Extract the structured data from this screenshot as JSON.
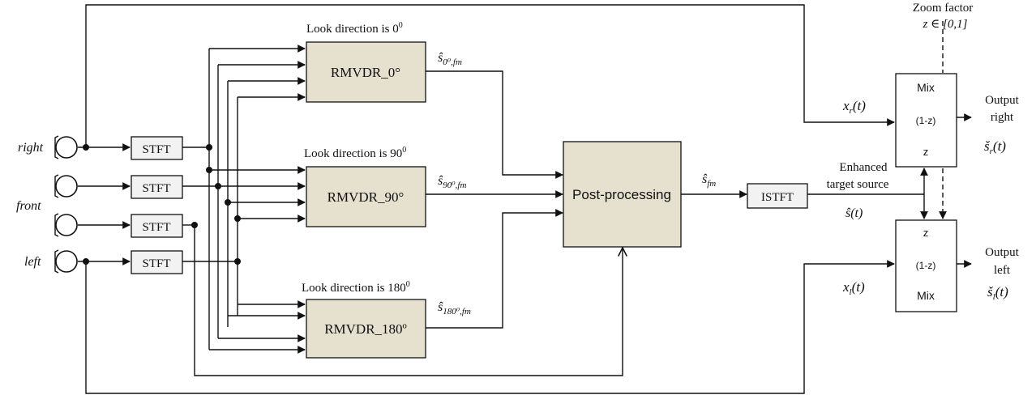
{
  "colors": {
    "beamformer_fill": "#e6e0cf",
    "stft_fill": "#f2f2f2",
    "mix_fill": "#ffffff",
    "line": "#111111"
  },
  "microphones": {
    "right": "right",
    "front": "front",
    "left": "left"
  },
  "stft_label": "STFT",
  "beamformers": {
    "bf0": {
      "heading": "Look direction is 0",
      "heading_sup": "0",
      "label": "RMVDR_0°",
      "output": "ŝ",
      "output_sub": "0⁰,fm"
    },
    "bf90": {
      "heading": "Look direction is 90",
      "heading_sup": "0",
      "label": "RMVDR_90°",
      "output": "ŝ",
      "output_sub": "90⁰,fm"
    },
    "bf180": {
      "heading": "Look direction is 180",
      "heading_sup": "0",
      "label": "RMVDR_180º",
      "output": "ŝ",
      "output_sub": "180⁰,fm"
    }
  },
  "postprocessing": {
    "label": "Post-processing",
    "output": "ŝ",
    "output_sub": "fm"
  },
  "istft_label": "ISTFT",
  "enhanced": {
    "line1": "Enhanced",
    "line2": "target source",
    "signal": "ŝ(t)"
  },
  "zoom": {
    "line1": "Zoom factor",
    "line2": "z ∈ [0,1]"
  },
  "mix_right": {
    "top": "Mix",
    "mid": "(1-z)",
    "bottom": "z",
    "input_main": "x",
    "input_sub": "r",
    "input_tail": "(t)",
    "out_line1": "Output",
    "out_line2": "right",
    "out_main": "š",
    "out_sub": "r",
    "out_tail": "(t)"
  },
  "mix_left": {
    "top": "z",
    "mid": "(1-z)",
    "bottom": "Mix",
    "input_main": "x",
    "input_sub": "l",
    "input_tail": "(t)",
    "out_line1": "Output",
    "out_line2": "left",
    "out_main": "š",
    "out_sub": "l",
    "out_tail": "(t)"
  }
}
